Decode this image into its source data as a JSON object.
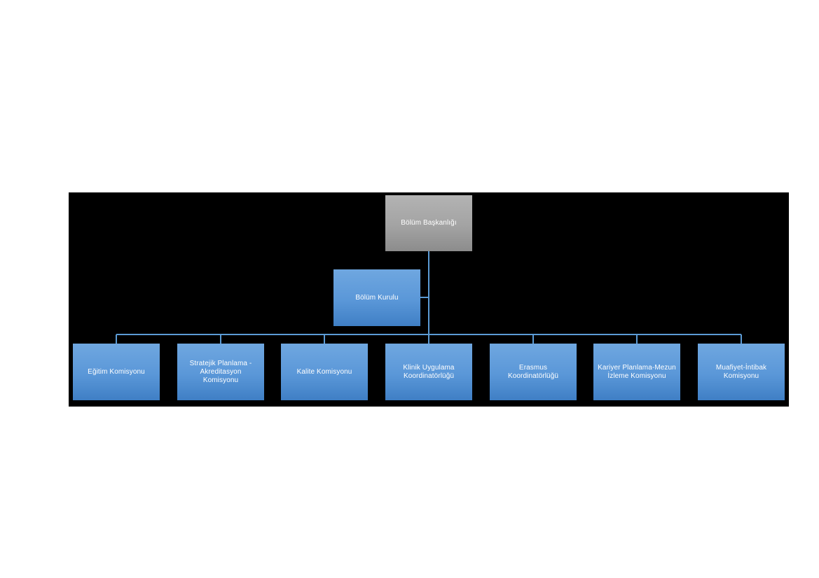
{
  "org_chart": {
    "head": {
      "label": "Bölüm Başkanlığı"
    },
    "board": {
      "label": "Bölüm Kurulu"
    },
    "units": [
      {
        "label": "Eğitim Komisyonu"
      },
      {
        "label": "Stratejik Planlama -Akreditasyon Komisyonu"
      },
      {
        "label": "Kalite Komisyonu"
      },
      {
        "label": "Klinik Uygulama Koordinatörlüğü"
      },
      {
        "label": "Erasmus Koordinatörlüğü"
      },
      {
        "label": "Kariyer Planlama-Mezun İzleme Komisyonu"
      },
      {
        "label": "Muafiyet-İntibak Komisyonu"
      }
    ]
  },
  "colors": {
    "panel_background": "#000000",
    "connector": "#5b9bd5",
    "head_fill": "#a6a6a6",
    "unit_fill": "#5b9bd5",
    "node_text": "#ffffff"
  }
}
